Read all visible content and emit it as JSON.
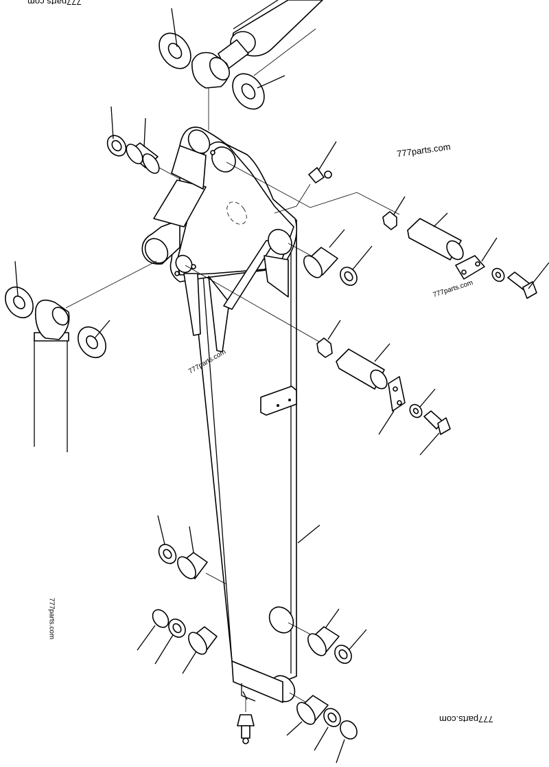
{
  "watermarks": {
    "top_left": "777parts.com",
    "top_right": "777parts.com",
    "mid_right": "777parts.com",
    "mid_left": "777parts.com",
    "left_vertical": "777parts.com",
    "bottom_right": "777parts.com"
  }
}
